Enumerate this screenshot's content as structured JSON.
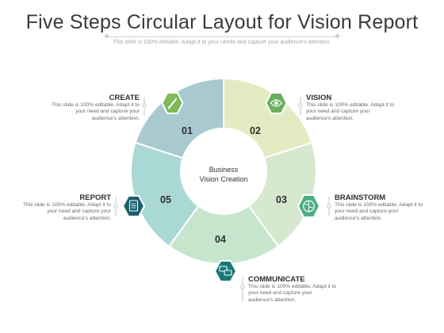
{
  "title": "Five Steps Circular Layout for Vision Report",
  "subtitle": "This slide is 100% editable. Adapt it to your needs and capture your audience's attention.",
  "center": {
    "line1": "Business",
    "line2": "Vision Creation"
  },
  "segments": [
    {
      "number": "01",
      "color": "#e2ebc2"
    },
    {
      "number": "02",
      "color": "#d6e9cf"
    },
    {
      "number": "03",
      "color": "#c6e5cd"
    },
    {
      "number": "04",
      "color": "#aad8d4"
    },
    {
      "number": "05",
      "color": "#a9c9d1"
    }
  ],
  "steps": {
    "create": {
      "title": "CREATE",
      "desc": "This slide is 100% editable. Adapt it to your need and capture your audience's attention.",
      "icon": "pencil-icon"
    },
    "vision": {
      "title": "VISION",
      "desc": "This slide is 100% editable. Adapt it to your need and capture your audience's attention.",
      "icon": "eye-icon"
    },
    "brainstorm": {
      "title": "BRAINSTORM",
      "desc": "This slide is 100% editable. Adapt it to your need and capture your audience's attention.",
      "icon": "brain-icon"
    },
    "communicate": {
      "title": "COMMUNICATE",
      "desc": "This slide is 100% editable. Adapt it to your need and capture your audience's attention.",
      "icon": "chat-icon"
    },
    "report": {
      "title": "REPORT",
      "desc": "This slide is 100% editable. Adapt it to your need and capture your audience's attention.",
      "icon": "report-icon"
    }
  },
  "colors": {
    "hex_light_green": "#82b957",
    "hex_mid_green": "#6aae5f",
    "hex_teal": "#4cae86",
    "hex_dark_teal": "#17797a",
    "hex_navy": "#1b5f6e"
  }
}
